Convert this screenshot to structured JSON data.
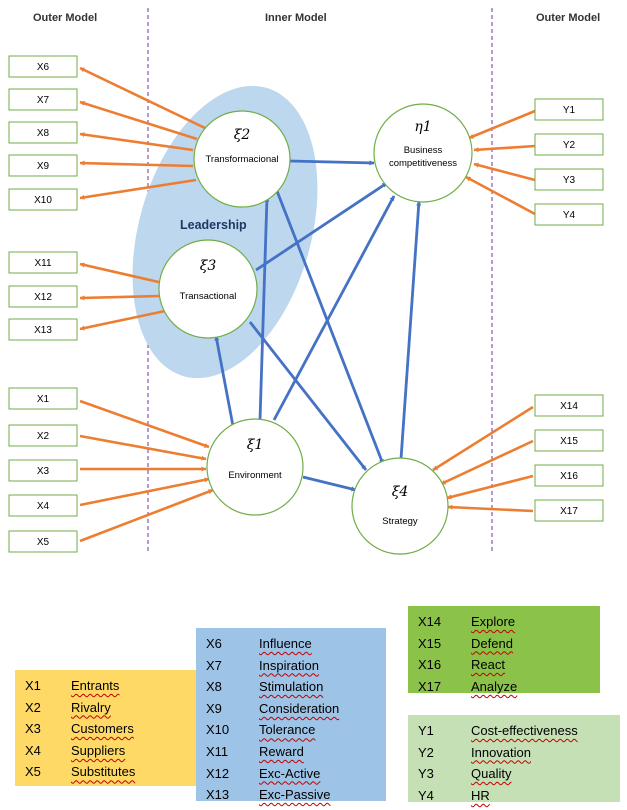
{
  "headers": {
    "outer_left": "Outer Model",
    "inner": "Inner Model",
    "outer_right": "Outer Model"
  },
  "leadership_label": "Leadership",
  "constructs": {
    "xi2": {
      "symbol": "ξ2",
      "label": "Transformacional"
    },
    "xi3": {
      "symbol": "ξ3",
      "label": "Transactional"
    },
    "xi1": {
      "symbol": "ξ1",
      "label": "Environment"
    },
    "xi4": {
      "symbol": "ξ4",
      "label": "Strategy"
    },
    "eta1": {
      "symbol": "η1",
      "label_line1": "Business",
      "label_line2": "competitiveness"
    }
  },
  "indicators": {
    "left_top": [
      "X6",
      "X7",
      "X8",
      "X9",
      "X10"
    ],
    "left_mid": [
      "X11",
      "X12",
      "X13"
    ],
    "left_bottom": [
      "X1",
      "X2",
      "X3",
      "X4",
      "X5"
    ],
    "right_top": [
      "Y1",
      "Y2",
      "Y3",
      "Y4"
    ],
    "right_bottom": [
      "X14",
      "X15",
      "X16",
      "X17"
    ]
  },
  "legends": {
    "environment": [
      {
        "code": "X1",
        "desc": "Entrants"
      },
      {
        "code": "X2",
        "desc": "Rivalry"
      },
      {
        "code": "X3",
        "desc": "Customers"
      },
      {
        "code": "X4",
        "desc": "Suppliers"
      },
      {
        "code": "X5",
        "desc": "Substitutes"
      }
    ],
    "leadership": [
      {
        "code": "X6",
        "desc": "Influence"
      },
      {
        "code": "X7",
        "desc": "Inspiration"
      },
      {
        "code": "X8",
        "desc": "Stimulation"
      },
      {
        "code": "X9",
        "desc": "Consideration"
      },
      {
        "code": "X10",
        "desc": "Tolerance"
      },
      {
        "code": "X11",
        "desc": "Reward"
      },
      {
        "code": "X12",
        "desc": "Exc-Active"
      },
      {
        "code": "X13",
        "desc": "Exc-Passive"
      }
    ],
    "strategy": [
      {
        "code": "X14",
        "desc": "Explore"
      },
      {
        "code": "X15",
        "desc": "Defend"
      },
      {
        "code": "X16",
        "desc": "React"
      },
      {
        "code": "X17",
        "desc": "Analyze"
      }
    ],
    "competitiveness": [
      {
        "code": "Y1",
        "desc": "Cost-effectiveness"
      },
      {
        "code": "Y2",
        "desc": "Innovation"
      },
      {
        "code": "Y3",
        "desc": "Quality"
      },
      {
        "code": "Y4",
        "desc": "HR"
      }
    ]
  },
  "colors": {
    "outer_arrow": "#ed7d31",
    "inner_arrow": "#4472c4",
    "node_border": "#70ad47",
    "leadership_fill": "#bdd7ee",
    "leadership_text": "#1f3864",
    "divider": "#7030a0",
    "legend_environment": "#ffd966",
    "legend_leadership": "#9dc3e6",
    "legend_strategy": "#8bc34a",
    "legend_competitiveness": "#c5e0b4"
  }
}
